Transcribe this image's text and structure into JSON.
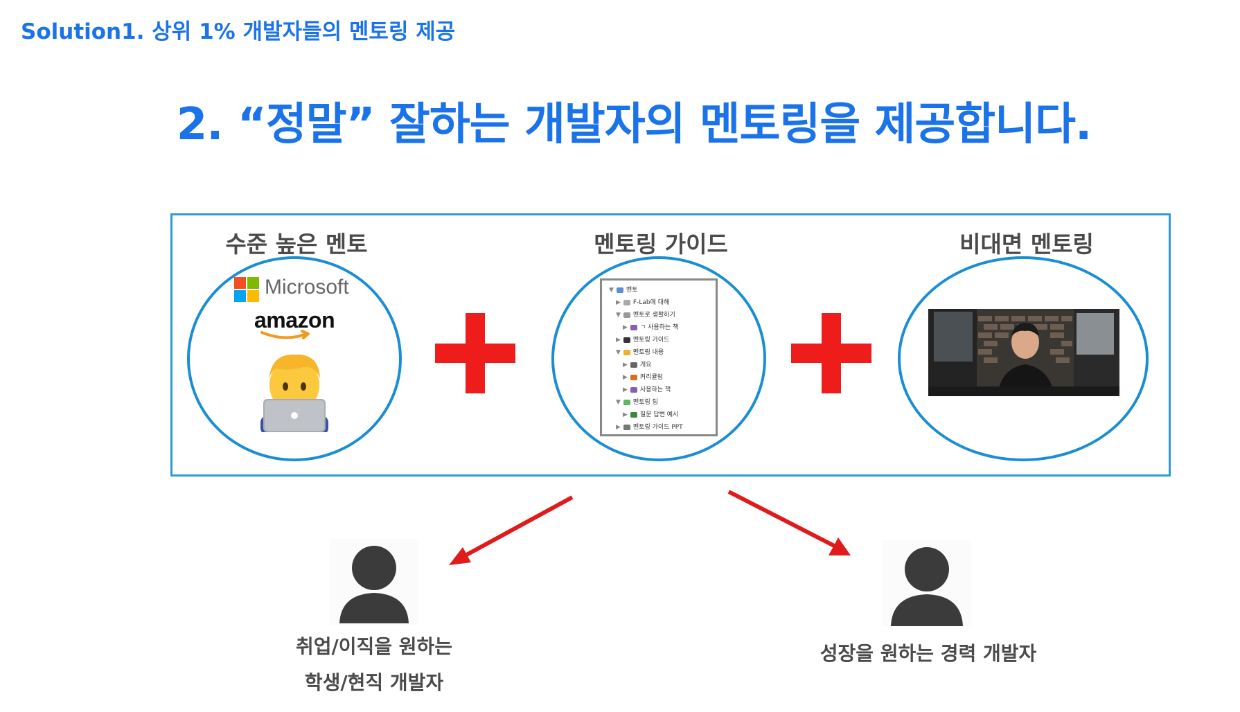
{
  "header": {
    "label": "Solution1. 상위 1% 개발자들의 멘토링 제공"
  },
  "title": "2. “정말” 잘하는 개발자의 멘토링을 제공합니다.",
  "columns": [
    {
      "title": "수준 높은 멘토",
      "logos": [
        "Microsoft",
        "amazon"
      ],
      "icon": "developer-with-laptop-emoji"
    },
    {
      "title": "멘토링 가이드",
      "icon": "document-outline"
    },
    {
      "title": "비대면 멘토링",
      "icon": "video-call-screenshot"
    }
  ],
  "guide": {
    "lines": [
      "멘토",
      "F-Lab에 대해",
      "멘토로 생활하기",
      "ㄱ 사용하는 책",
      "멘토링 가이드",
      "멘토링 내용",
      "개요",
      "커리큘럼",
      "사용하는 책",
      "멘토링 팁",
      "질문 답변 예시",
      "멘토링 가이드 PPT"
    ]
  },
  "colors": {
    "accent": "#1a73e8",
    "border": "#2d9ad8",
    "plus": "#ef1c1c",
    "arrow": "#e01b1b",
    "person": "#3b3b3b",
    "ms_red": "#f25022",
    "ms_green": "#7fba00",
    "ms_blue": "#00a4ef",
    "ms_yellow": "#ffb900"
  },
  "personas": [
    {
      "label_line1": "취업/이직을 원하는",
      "label_line2": "학생/현직 개발자",
      "icon": "person-icon"
    },
    {
      "label_line1": "성장을 원하는 경력 개발자",
      "icon": "person-icon"
    }
  ]
}
